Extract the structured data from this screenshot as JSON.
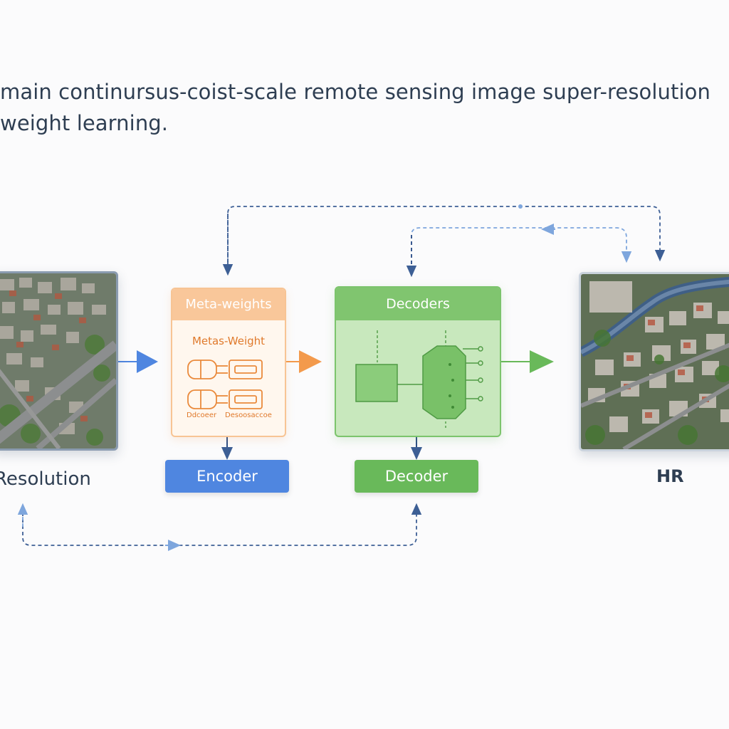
{
  "title": {
    "line1": "main continursus-coist-scale remote sensing image super-resolution",
    "line2": "weight learning."
  },
  "input_image": {
    "label": "Resolution",
    "icon": "aerial-city-image"
  },
  "output_image": {
    "label": "HR",
    "icon": "aerial-city-image"
  },
  "meta_weights": {
    "header": "Meta-weights",
    "subtitle": "Metas-Weight",
    "small_left": "Ddcoeer",
    "small_right": "Desoosaccoe"
  },
  "decoders_panel": {
    "header": "Decoders"
  },
  "encoder_block": {
    "label": "Encoder"
  },
  "decoder_block": {
    "label": "Decoder"
  },
  "colors": {
    "blue": "#4f86e0",
    "orange": "#f39a4c",
    "green": "#69b95a",
    "dashed_line": "#3d5f95",
    "text": "#2e3e52"
  }
}
